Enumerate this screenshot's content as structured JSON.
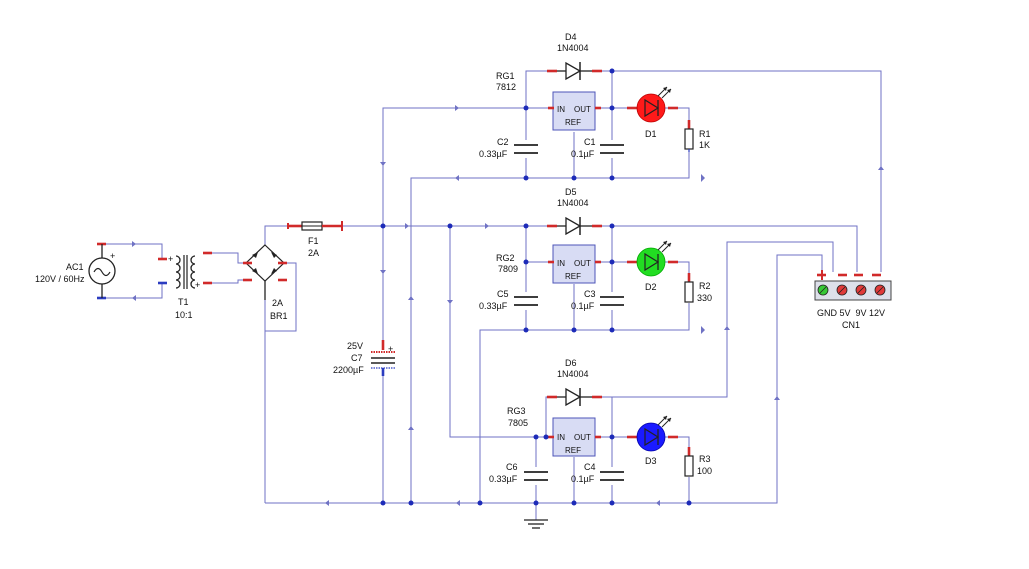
{
  "labels": {
    "ac1_ref": "AC1",
    "ac1_val": "120V / 60Hz",
    "t1_ref": "T1",
    "t1_val": "10:1",
    "br1_val": "2A",
    "br1_ref": "BR1",
    "f1_ref": "F1",
    "f1_val": "2A",
    "c7_v": "25V",
    "c7_ref": "C7",
    "c7_val": "2200µF",
    "rg1_ref": "RG1",
    "rg1_val": "7812",
    "rg2_ref": "RG2",
    "rg2_val": "7809",
    "rg3_ref": "RG3",
    "rg3_val": "7805",
    "d4_ref": "D4",
    "d4_val": "1N4004",
    "d5_ref": "D5",
    "d5_val": "1N4004",
    "d6_ref": "D6",
    "d6_val": "1N4004",
    "c2_ref": "C2",
    "c2_val": "0.33µF",
    "c1_ref": "C1",
    "c1_val": "0.1µF",
    "c5_ref": "C5",
    "c5_val": "0.33µF",
    "c3_ref": "C3",
    "c3_val": "0.1µF",
    "c6_ref": "C6",
    "c6_val": "0.33µF",
    "c4_ref": "C4",
    "c4_val": "0.1µF",
    "d1_ref": "D1",
    "d2_ref": "D2",
    "d3_ref": "D3",
    "r1_ref": "R1",
    "r1_val": "1K",
    "r2_ref": "R2",
    "r2_val": "330",
    "r3_ref": "R3",
    "r3_val": "100",
    "cn1_pins": "GND 5V  9V 12V",
    "cn1_ref": "CN1",
    "reg_in": "IN",
    "reg_out": "OUT",
    "reg_ref": "REF",
    "plus": "+"
  },
  "colors": {
    "wire": "#6f72c4",
    "junction": "#1d2bb8",
    "pin_red": "#d12a2a",
    "led_d1": "#ff1a1a",
    "led_d2": "#22dd22",
    "led_d3": "#1a1aff",
    "regulator_fill": "#d8dcf4"
  }
}
